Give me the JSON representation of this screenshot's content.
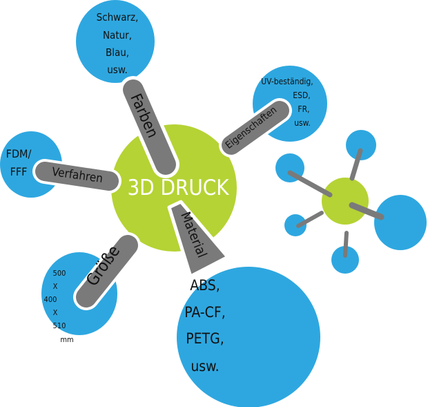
{
  "colors": {
    "blue": "#2ea7e0",
    "green": "#b5d334",
    "gray": "#7a7a7a"
  },
  "center": {
    "label": "3D DRUCK"
  },
  "branches": {
    "farben": {
      "label": "Farben",
      "items": [
        "Schwarz,",
        "Natur,",
        "Blau,",
        "usw."
      ]
    },
    "eigenschaften": {
      "label": "Eigenschaften",
      "items": [
        "UV-beständig,",
        "ESD,",
        "FR,",
        "usw."
      ]
    },
    "verfahren": {
      "label": "Verfahren",
      "items": [
        "FDM/",
        "FFF"
      ]
    },
    "groesse": {
      "label": "Größe",
      "items": [
        "500",
        "X",
        "400",
        "X",
        "510",
        "mm"
      ]
    },
    "material": {
      "label": "Material",
      "items": [
        "ABS,",
        "PA-CF,",
        "PETG,",
        "usw."
      ]
    }
  }
}
